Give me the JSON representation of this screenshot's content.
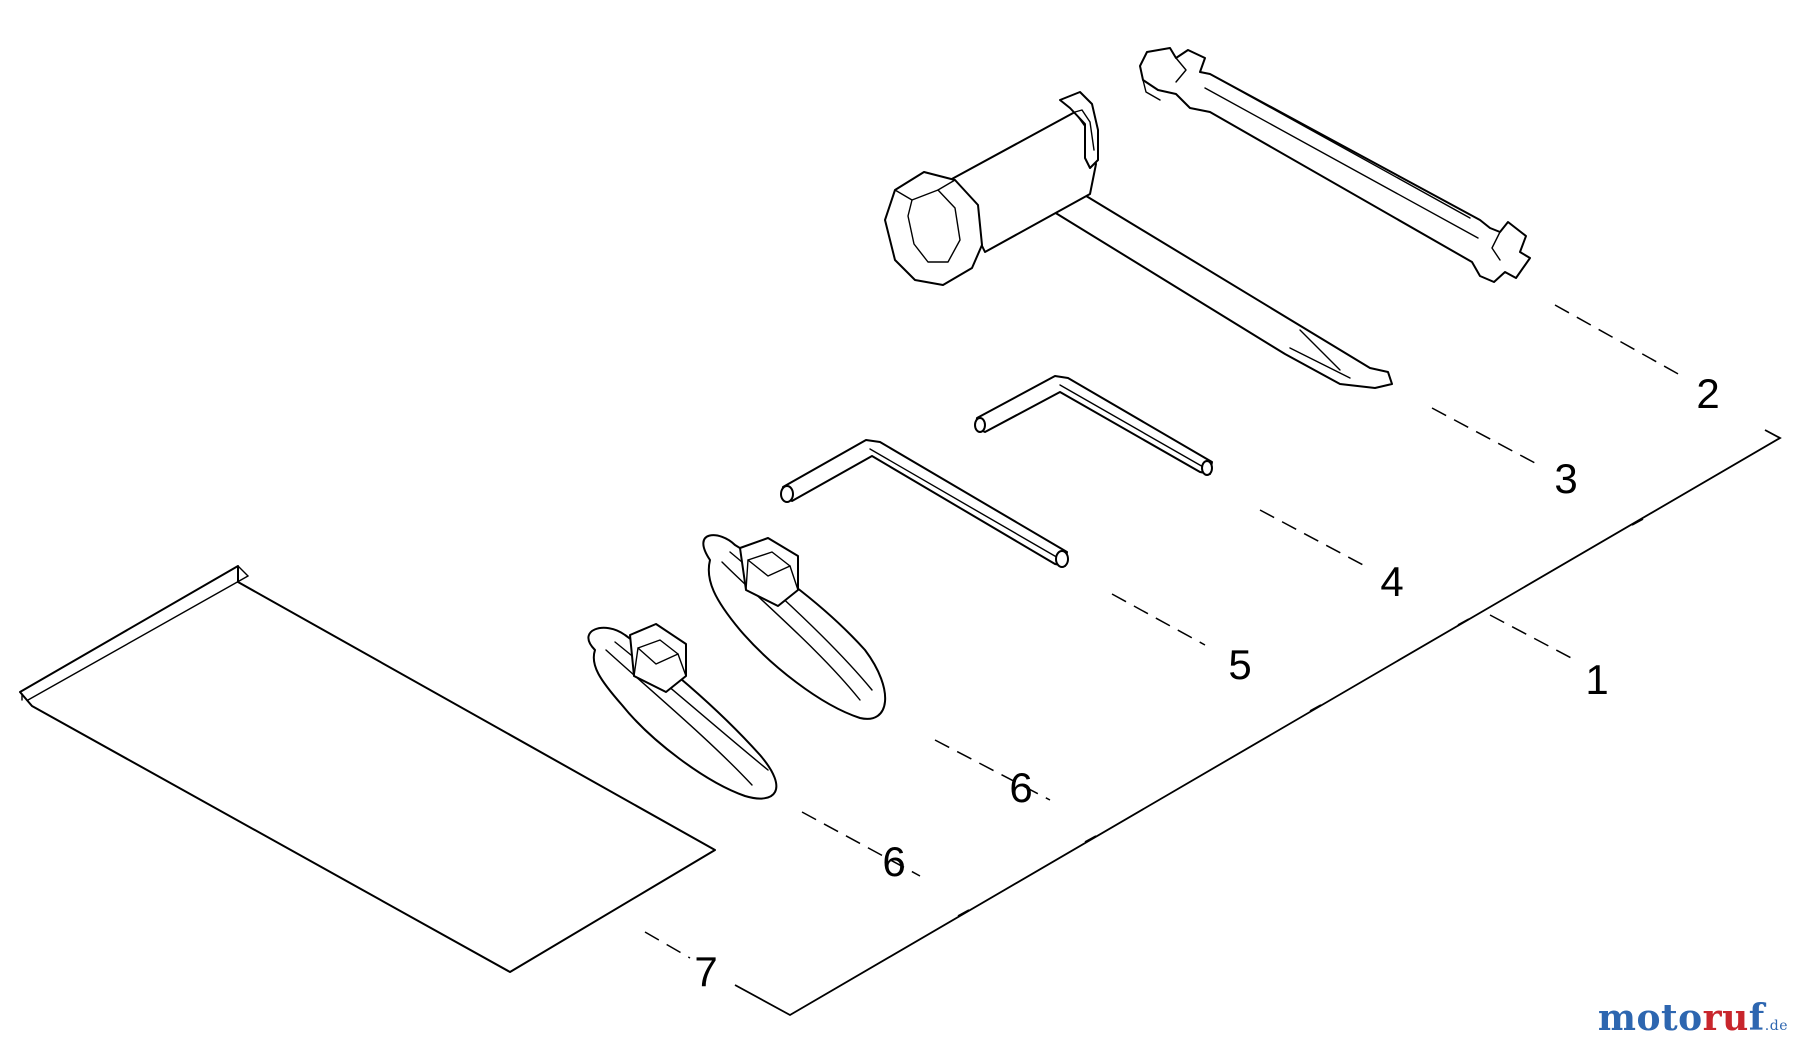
{
  "diagram": {
    "parts": [
      {
        "id": "part-1",
        "number": "1"
      },
      {
        "id": "part-2",
        "number": "2"
      },
      {
        "id": "part-3",
        "number": "3"
      },
      {
        "id": "part-4",
        "number": "4"
      },
      {
        "id": "part-5",
        "number": "5"
      },
      {
        "id": "part-6a",
        "number": "6"
      },
      {
        "id": "part-6b",
        "number": "6"
      },
      {
        "id": "part-7",
        "number": "7"
      }
    ]
  },
  "watermark": {
    "part_a": "moto",
    "part_b": "ru",
    "part_c": "f",
    "tld": ".de"
  }
}
